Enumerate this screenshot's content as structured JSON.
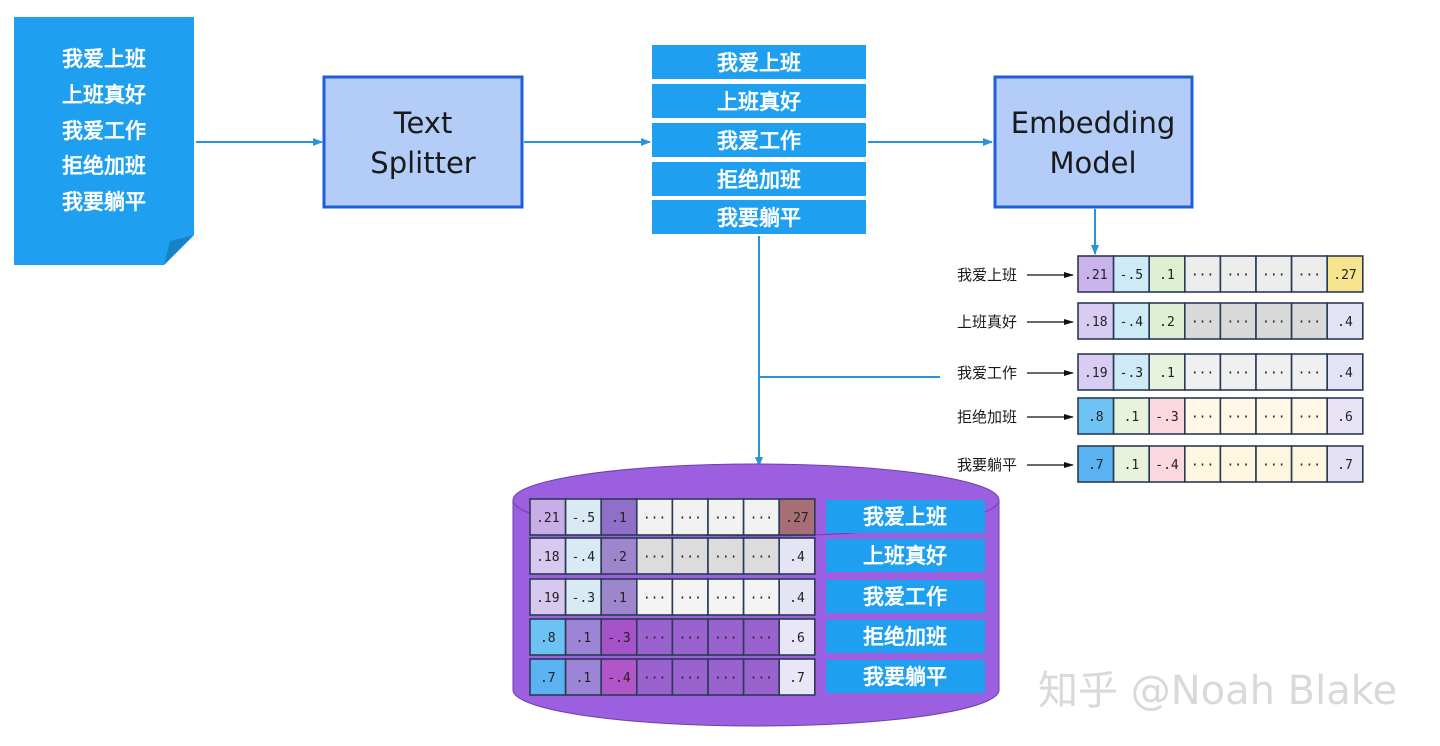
{
  "document": {
    "lines": [
      "我爱上班",
      "上班真好",
      "我爱工作",
      "拒绝加班",
      "我要躺平"
    ]
  },
  "splitter": {
    "line1": "Text",
    "line2": "Splitter"
  },
  "chunks": [
    "我爱上班",
    "上班真好",
    "我爱工作",
    "拒绝加班",
    "我要躺平"
  ],
  "embedding_model": {
    "line1": "Embedding",
    "line2": "Model"
  },
  "embeddings": [
    {
      "label": "我爱上班",
      "values": [
        ".21",
        "-.5",
        ".1",
        "···",
        "···",
        "···",
        "···",
        ".27"
      ]
    },
    {
      "label": "上班真好",
      "values": [
        ".18",
        "-.4",
        ".2",
        "···",
        "···",
        "···",
        "···",
        ".4"
      ]
    },
    {
      "label": "我爱工作",
      "values": [
        ".19",
        "-.3",
        ".1",
        "···",
        "···",
        "···",
        "···",
        ".4"
      ]
    },
    {
      "label": "拒绝加班",
      "values": [
        ".8",
        ".1",
        "-.3",
        "···",
        "···",
        "···",
        "···",
        ".6"
      ]
    },
    {
      "label": "我要躺平",
      "values": [
        ".7",
        ".1",
        "-.4",
        "···",
        "···",
        "···",
        "···",
        ".7"
      ]
    }
  ],
  "embedding_colors": [
    [
      "#c9b3ea",
      "#cdeaf6",
      "#dff0d2",
      "#ececec",
      "#ececec",
      "#ececec",
      "#ececec",
      "#f7e48f"
    ],
    [
      "#d9ccf2",
      "#cdeaf6",
      "#dff0d2",
      "#d9d9d9",
      "#d9d9d9",
      "#d9d9d9",
      "#d9d9d9",
      "#e3e3f6"
    ],
    [
      "#d9ccf2",
      "#cdeaf6",
      "#e7f3dc",
      "#f0f0f0",
      "#f0f0f0",
      "#f0f0f0",
      "#f0f0f0",
      "#e3e3f6"
    ],
    [
      "#6ec3f4",
      "#e7f3dc",
      "#fbd7df",
      "#fff8e6",
      "#fff8e6",
      "#fff8e6",
      "#fff8e6",
      "#e8e4f6"
    ],
    [
      "#5ab3f0",
      "#e7f3dc",
      "#fbd7df",
      "#fff6df",
      "#fff6df",
      "#fff6df",
      "#fff6df",
      "#e3e0f4"
    ]
  ],
  "db_colors": [
    [
      "#c8aee6",
      "#d9eaf5",
      "#8f6fc8",
      "#f2f2f2",
      "#f2f2f2",
      "#f2f2f2",
      "#f2f2f2",
      "#a86e76"
    ],
    [
      "#d6c8ee",
      "#d9eaf5",
      "#9d86cc",
      "#dcdcdc",
      "#dcdcdc",
      "#dcdcdc",
      "#dcdcdc",
      "#e4e4f5"
    ],
    [
      "#d6c8ee",
      "#d9eaf5",
      "#9d86cc",
      "#f4f4f4",
      "#f4f4f4",
      "#f4f4f4",
      "#f4f4f4",
      "#e4e4f5"
    ],
    [
      "#6cc3f3",
      "#9c84d6",
      "#a653c9",
      "#9a62cf",
      "#9a62cf",
      "#9a62cf",
      "#9a62cf",
      "#e9e6f7"
    ],
    [
      "#5ab3f0",
      "#9c84d6",
      "#b056c8",
      "#9a62cf",
      "#9a62cf",
      "#9a62cf",
      "#9a62cf",
      "#e9e6f7"
    ]
  ],
  "colors": {
    "blue": "#1e9ff0",
    "box_fill": "#b3cdf8",
    "box_border": "#1f5ed8",
    "db_fill": "#9b5fe0",
    "arrow": "#2b94d6"
  },
  "watermark": "知乎 @Noah Blake"
}
